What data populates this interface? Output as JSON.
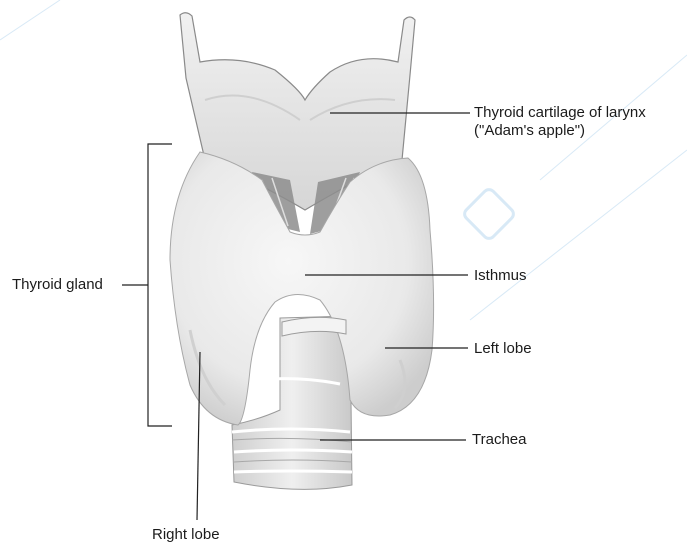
{
  "labels": {
    "thyroid_cartilage_line1": "Thyroid cartilage of larynx",
    "thyroid_cartilage_line2": "(\"Adam's apple\")",
    "thyroid_gland": "Thyroid gland",
    "isthmus": "Isthmus",
    "left_lobe": "Left lobe",
    "trachea": "Trachea",
    "right_lobe": "Right lobe"
  },
  "colors": {
    "tissue": "#ececec",
    "tissue_shadow": "#cfcfcf",
    "cartilage": "#e4e4e4",
    "muscle": "#8d8d8d",
    "line": "#222222",
    "watermark": "#b9d8ef"
  }
}
